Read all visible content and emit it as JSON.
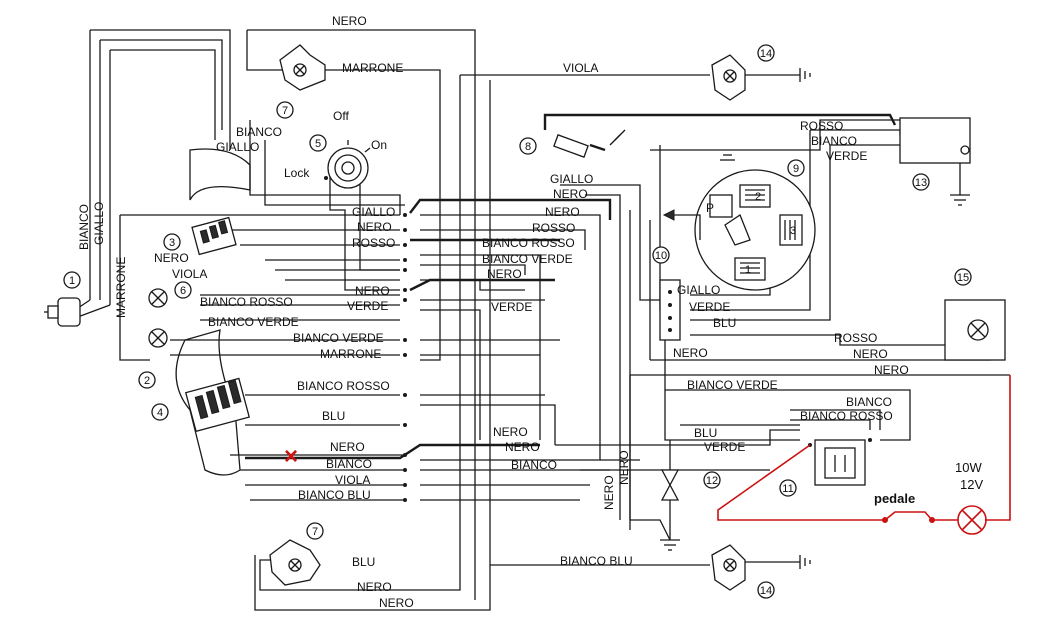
{
  "switch": {
    "off": "Off",
    "on": "On",
    "lock": "Lock"
  },
  "components": [
    "1",
    "2",
    "3",
    "4",
    "5",
    "6",
    "7",
    "8",
    "9",
    "10",
    "11",
    "12",
    "13",
    "14",
    "15"
  ],
  "stator_coils": [
    "1",
    "2",
    "3"
  ],
  "stator_p": "P",
  "wires": {
    "nero": "NERO",
    "marrone": "MARRONE",
    "viola": "VIOLA",
    "rosso": "ROSSO",
    "bianco": "BIANCO",
    "verde": "VERDE",
    "giallo": "GIALLO",
    "blu": "BLU",
    "bianco_rosso": "BIANCO ROSSO",
    "bianco_verde": "BIANCO VERDE",
    "bianco_blu": "BIANCO BLU"
  },
  "mod": {
    "mark": "×",
    "pedale": "pedale",
    "watt": "10W",
    "volt": "12V",
    "color": "#cc1111"
  }
}
